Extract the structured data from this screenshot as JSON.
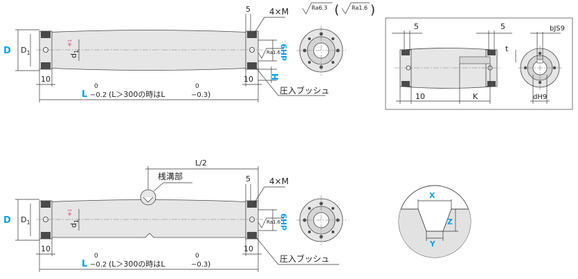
{
  "view1": {
    "top_dim_5": "5",
    "label_4xM": "4×M",
    "label_D": "D",
    "label_D1": "D",
    "label_D1_sub": "1",
    "label_d1": "d",
    "label_d1_sub": "1",
    "label_star1": "※1",
    "dim_left_10": "10",
    "dim_right_10": "10",
    "label_L": "L",
    "tol_L_upper": "0",
    "tol_L_lower": "−0.2",
    "note_L300": "(L＞300の時はL",
    "note_L300_upper": "0",
    "note_L300_lower": "−0.3",
    "note_close": ")",
    "label_H": "H",
    "label_dH9": "dH9",
    "label_Ra16_small": "Ra1.6",
    "label_press_bush": "圧入ブッシュ",
    "rough_Ra63": "Ra6.3",
    "rough_Ra16": "Ra1.6"
  },
  "view2": {
    "dim_5_left": "5",
    "dim_5_right": "5",
    "label_bJS9": "bJS9",
    "label_t": "t",
    "dim_10": "10",
    "label_K": "K",
    "label_dH9": "dH9"
  },
  "view3": {
    "label_L2": "L/2",
    "label_groove": "桟溝部",
    "top_dim_5": "5",
    "label_4xM": "4×M",
    "label_D": "D",
    "label_D1": "D",
    "label_D1_sub": "1",
    "label_d1": "d",
    "label_d1_sub": "1",
    "label_star1": "※1",
    "dim_left_10": "10",
    "dim_right_10": "10",
    "label_L": "L",
    "tol_L_upper": "0",
    "tol_L_lower": "−0.2",
    "note_L300": "(L＞300の時はL",
    "note_L300_upper": "0",
    "note_L300_lower": "−0.3",
    "note_close": ")",
    "label_dH9": "dH9",
    "label_Ra16_small": "Ra1.6",
    "label_press_bush": "圧入ブッシュ"
  },
  "view4": {
    "label_X": "X",
    "label_Y": "Y",
    "label_Z": "Z"
  },
  "colors": {
    "accent_blue": "#0aa0e6",
    "note_pink": "#e0338a"
  }
}
